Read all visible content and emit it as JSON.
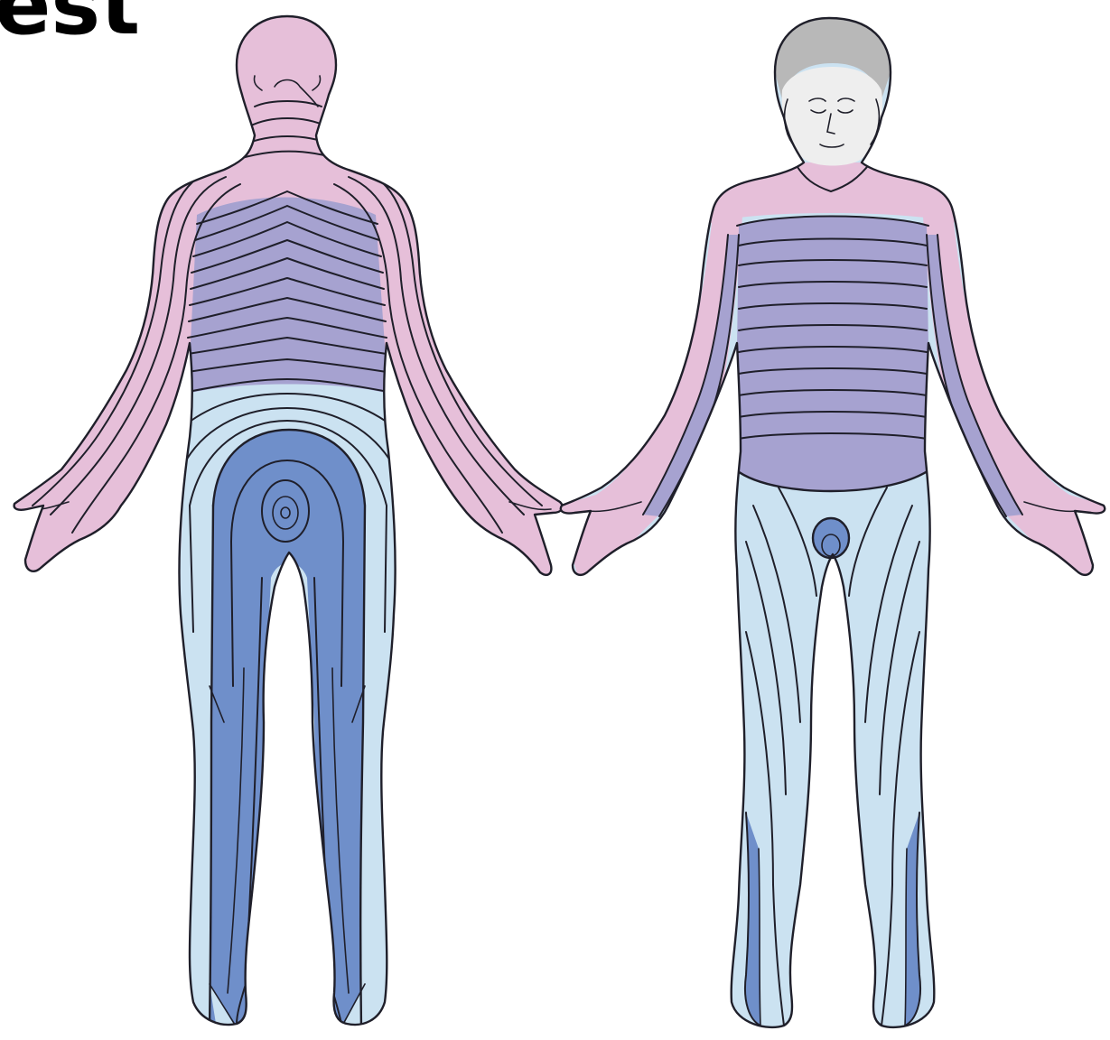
{
  "title": "est",
  "colors": {
    "cervical": "#e6bfd9",
    "thoracic": "#a6a2d0",
    "lumbar": "#cbe2f1",
    "sacral": "#6f8fca",
    "hair": "#b8b8b8",
    "face": "#eeeeee",
    "outline": "#1f1f2a",
    "background": "#ffffff"
  },
  "figures": [
    {
      "view": "posterior"
    },
    {
      "view": "anterior"
    }
  ]
}
